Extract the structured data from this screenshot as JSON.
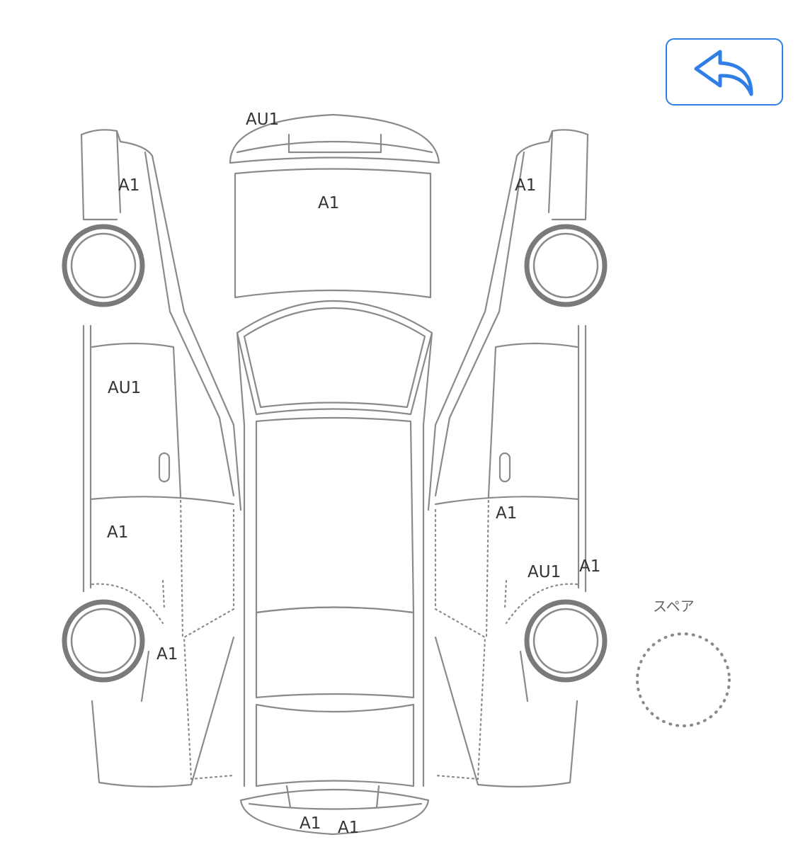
{
  "toolbar": {
    "back_icon": "undo-arrow-icon"
  },
  "colors": {
    "accent": "#2f7fe6",
    "line": "#8a8a8a",
    "label": "#333333"
  },
  "labels": {
    "front_bumper": "AU1",
    "hood": "A1",
    "left_front_fender": "A1",
    "right_front_fender": "A1",
    "left_front_door": "AU1",
    "left_rear_door": "A1",
    "left_rear_quarter": "A1",
    "right_rear_door": "A1",
    "right_rear_quarter": "AU1",
    "right_sill": "A1",
    "rear_bumper_left": "A1",
    "rear_bumper_right": "A1",
    "spare": "スペア"
  }
}
